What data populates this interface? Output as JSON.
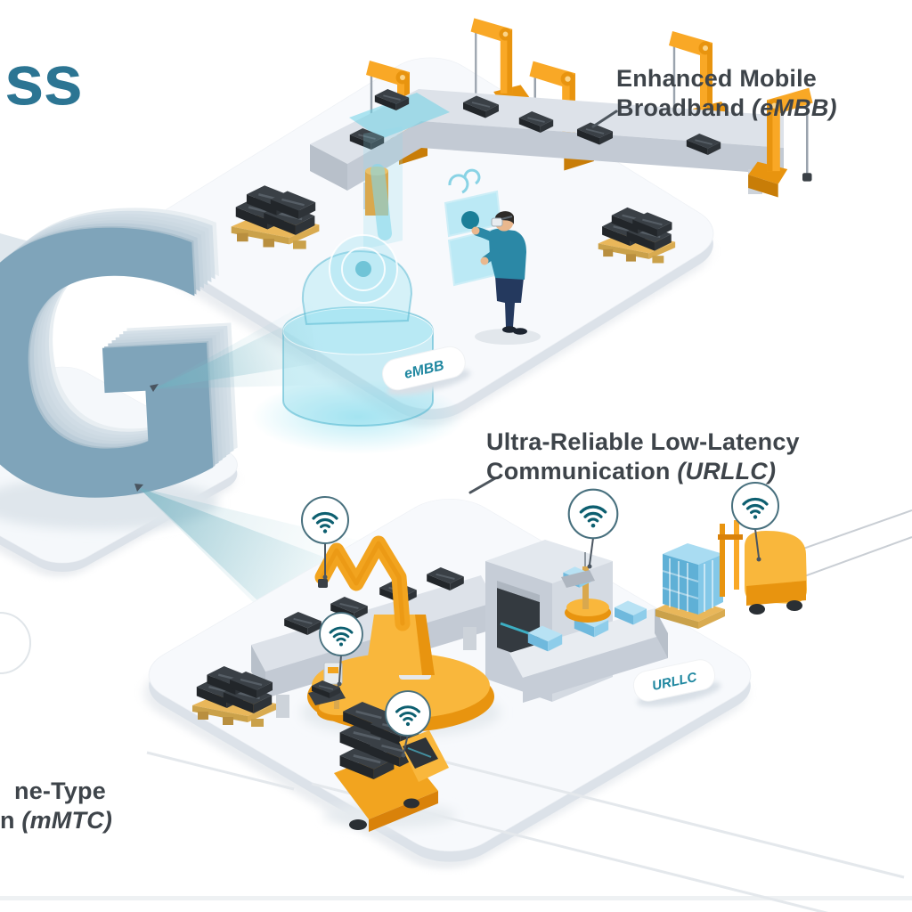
{
  "title_fragment": "ss",
  "g_letter": "G",
  "labels": {
    "embb": {
      "line1": "Enhanced Mobile",
      "line2": "Broadband ",
      "abbr": "(eMBB)"
    },
    "urllc": {
      "line1": "Ultra-Reliable Low-Latency",
      "line2": "Communication ",
      "abbr": "(URLLC)"
    },
    "mmtc": {
      "line1": "ne-Type",
      "line2": "n ",
      "abbr": "(mMTC)"
    }
  },
  "badges": {
    "embb": "eMBB",
    "urllc": "URLLC"
  },
  "colors": {
    "title_teal": "#2c7593",
    "label_text": "#3e444a",
    "badge_text": "#1f87a0",
    "robot_orange": "#f9a826",
    "robot_orange_dark": "#e8940f",
    "belt_gray": "#dde2e9",
    "belt_gray_side": "#c3cad4",
    "hologram_cyan": "#7fd6ea",
    "g_face_blue": "#7fa4ba",
    "g_side_light": "#ccd9e2",
    "wifi_teal": "#0d5f70",
    "box_dark": "#2b3036",
    "box_blue": "#7fc6e8",
    "platform_white": "#f7f9fc",
    "platform_edge": "#dce2e9"
  },
  "icons": [
    "wifi-icon",
    "robot-arm",
    "forklift-agv",
    "tug-agv",
    "vr-headset"
  ]
}
